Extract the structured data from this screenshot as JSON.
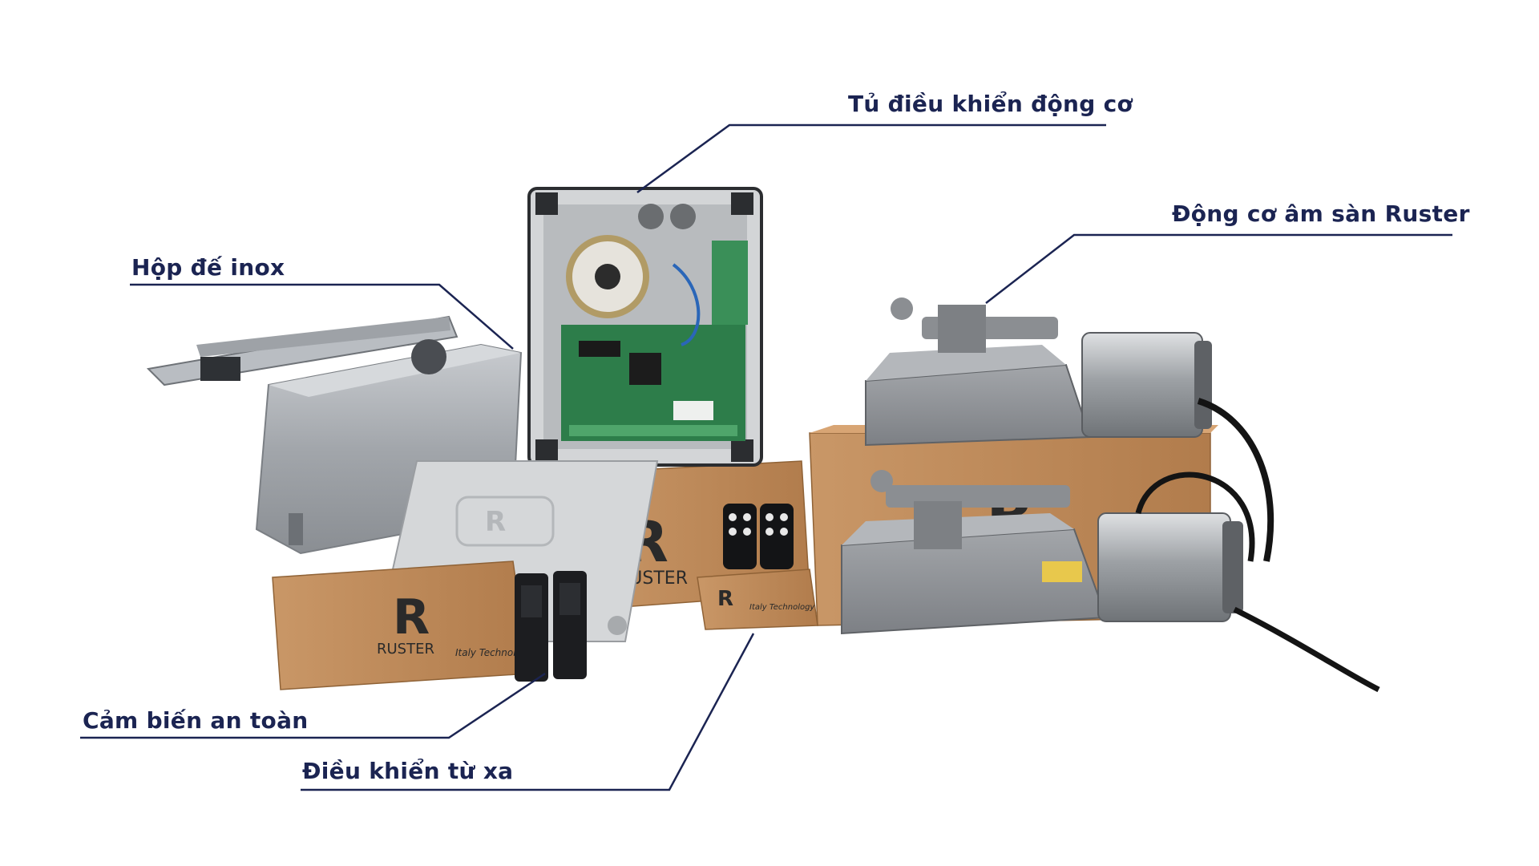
{
  "callouts": {
    "control_box": "Tủ điều khiển động cơ",
    "floor_motor": "Động cơ âm sàn Ruster",
    "steel_box": "Hộp đế inox",
    "safety_sensor": "Cảm biến an toàn",
    "remote": "Điều khiển từ xa"
  },
  "product": {
    "brand": "RUSTER",
    "tagline": "Italy Technology"
  },
  "colors": {
    "callout_text": "#1b2452",
    "callout_line": "#1b2452",
    "cardboard": "#c08a5a",
    "steel": "#a9adb3",
    "motor_gray": "#8e9196",
    "pcb_green": "#2d7d4a"
  }
}
